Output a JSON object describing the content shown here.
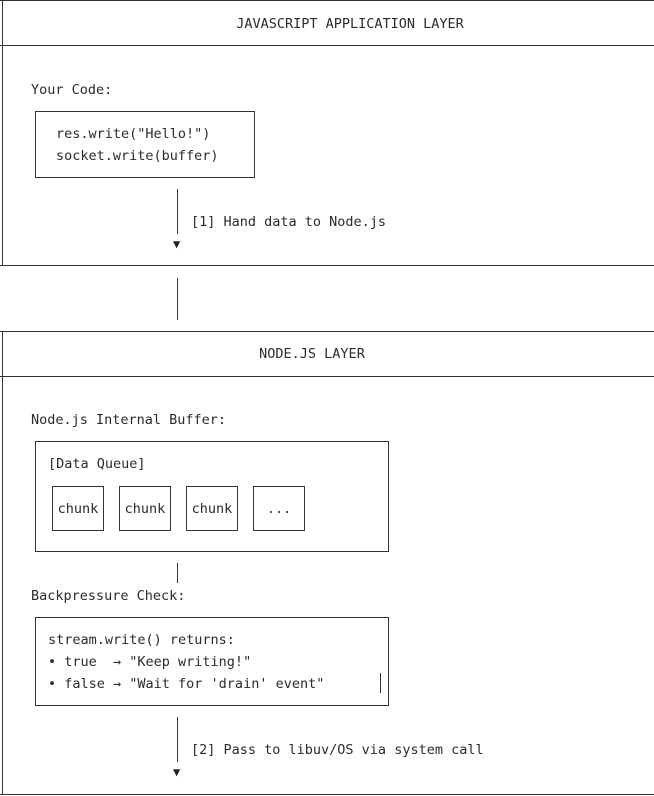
{
  "js_layer": {
    "title": "JAVASCRIPT APPLICATION LAYER",
    "your_code_label": "Your Code:",
    "code_lines": [
      "res.write(\"Hello!\")",
      "socket.write(buffer)"
    ],
    "step1": "[1] Hand data to Node.js"
  },
  "node_layer": {
    "title": "NODE.JS LAYER",
    "buffer_label": "Node.js Internal Buffer:",
    "queue_label": "[Data Queue]",
    "chunks": [
      "chunk",
      "chunk",
      "chunk",
      "..."
    ],
    "backpressure_label": "Backpressure Check:",
    "returns_label": "stream.write() returns:",
    "true_line": "• true  → \"Keep writing!\"",
    "false_line": "• false → \"Wait for 'drain' event\"",
    "step2": "[2] Pass to libuv/OS via system call"
  },
  "icons": {
    "arrow": "down-arrow-icon"
  }
}
